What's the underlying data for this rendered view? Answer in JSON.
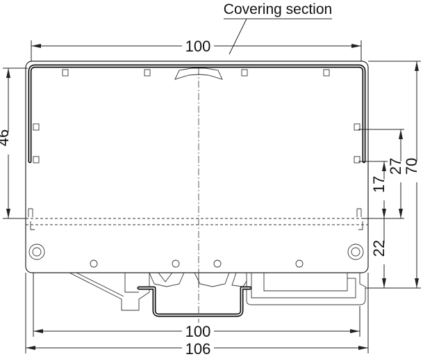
{
  "title": "Covering section",
  "dimensions": {
    "top_width": "100",
    "left_height": "46",
    "right_17": "17",
    "right_27": "27",
    "right_70": "70",
    "right_22": "22",
    "bottom_width_inner": "100",
    "bottom_width_outer": "106"
  }
}
